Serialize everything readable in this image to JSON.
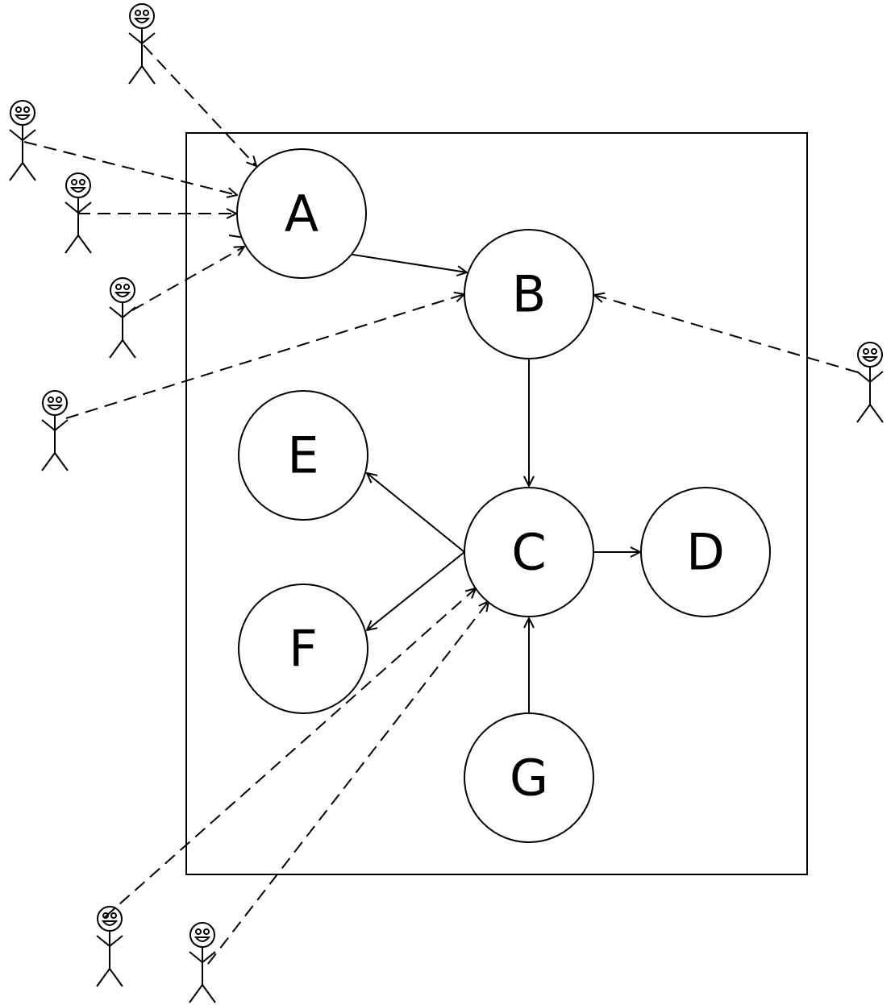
{
  "nodes": {
    "A": {
      "label": "A"
    },
    "B": {
      "label": "B"
    },
    "C": {
      "label": "C"
    },
    "D": {
      "label": "D"
    },
    "E": {
      "label": "E"
    },
    "F": {
      "label": "F"
    },
    "G": {
      "label": "G"
    }
  },
  "edges": [
    {
      "from": "A",
      "to": "B",
      "style": "solid"
    },
    {
      "from": "B",
      "to": "C",
      "style": "solid"
    },
    {
      "from": "C",
      "to": "D",
      "style": "solid"
    },
    {
      "from": "C",
      "to": "E",
      "style": "solid"
    },
    {
      "from": "C",
      "to": "F",
      "style": "solid"
    },
    {
      "from": "G",
      "to": "C",
      "style": "solid"
    }
  ],
  "actor_links": [
    {
      "actor": 1,
      "to": "A",
      "style": "dashed"
    },
    {
      "actor": 2,
      "to": "A",
      "style": "dashed"
    },
    {
      "actor": 3,
      "to": "A",
      "style": "dashed"
    },
    {
      "actor": 4,
      "to": "A",
      "style": "dashed"
    },
    {
      "actor": 5,
      "to": "B",
      "style": "dashed"
    },
    {
      "actor": 6,
      "to": "B",
      "style": "dashed"
    },
    {
      "actor": 7,
      "to": "C",
      "style": "dashed"
    },
    {
      "actor": 8,
      "to": "C",
      "style": "dashed"
    }
  ],
  "icons": {
    "actor": "stick-figure-smiley-icon"
  }
}
